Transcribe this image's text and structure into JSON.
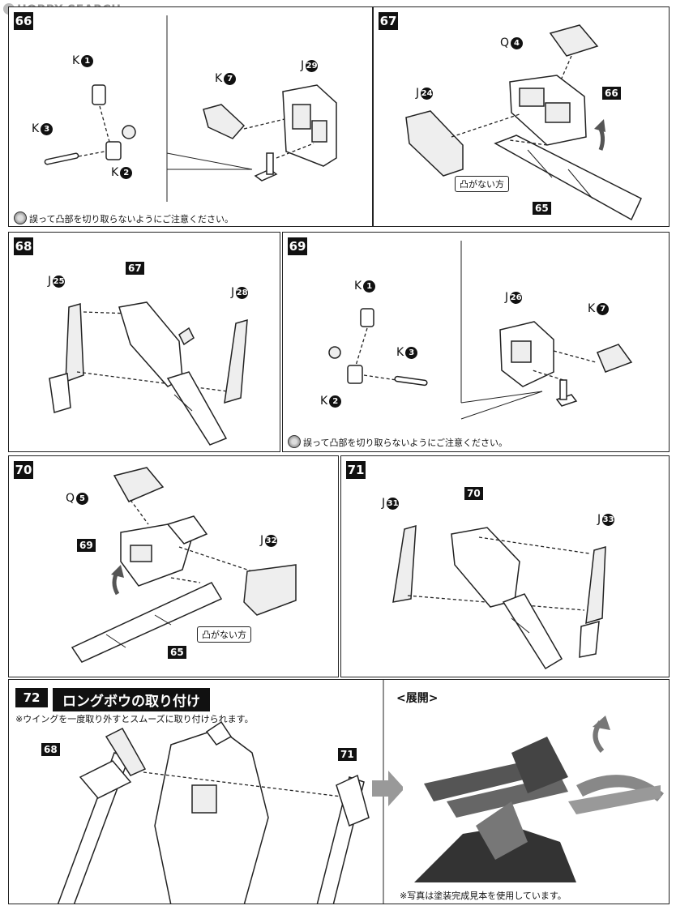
{
  "watermark": {
    "text": "HOBBY SEARCH"
  },
  "steps": {
    "s66": {
      "num": "66",
      "note": "誤って凸部を切り取らないようにご注意ください。",
      "k1": "K",
      "k1n": "1",
      "k2": "K",
      "k2n": "2",
      "k3": "K",
      "k3n": "3",
      "k7": "K",
      "k7n": "7",
      "j": "J",
      "jn": "29"
    },
    "s67": {
      "num": "67",
      "q": "Q",
      "qn": "4",
      "j": "J",
      "jn": "24",
      "ref66": "66",
      "ref65": "65",
      "callout": "凸がない方"
    },
    "s68": {
      "num": "68",
      "j1": "J",
      "j1n": "25",
      "ref67": "67",
      "j2": "J",
      "j2n": "28"
    },
    "s69": {
      "num": "69",
      "note": "誤って凸部を切り取らないようにご注意ください。",
      "k1": "K",
      "k1n": "1",
      "k2": "K",
      "k2n": "2",
      "k3": "K",
      "k3n": "3",
      "j": "J",
      "jn": "26",
      "k7": "K",
      "k7n": "7"
    },
    "s70": {
      "num": "70",
      "q": "Q",
      "qn": "5",
      "ref69": "69",
      "j": "J",
      "jn": "32",
      "ref65": "65",
      "callout": "凸がない方"
    },
    "s71": {
      "num": "71",
      "j1": "J",
      "j1n": "31",
      "ref70": "70",
      "j2": "J",
      "j2n": "33"
    },
    "s72": {
      "num": "72",
      "title": "ロングボウの取り付け",
      "note": "※ウイングを一度取り外すとスムーズに取り付けられます。",
      "ref68": "68",
      "ref71": "71",
      "expand": "<展開>",
      "photo_note": "※写真は塗装完成見本を使用しています。"
    }
  }
}
